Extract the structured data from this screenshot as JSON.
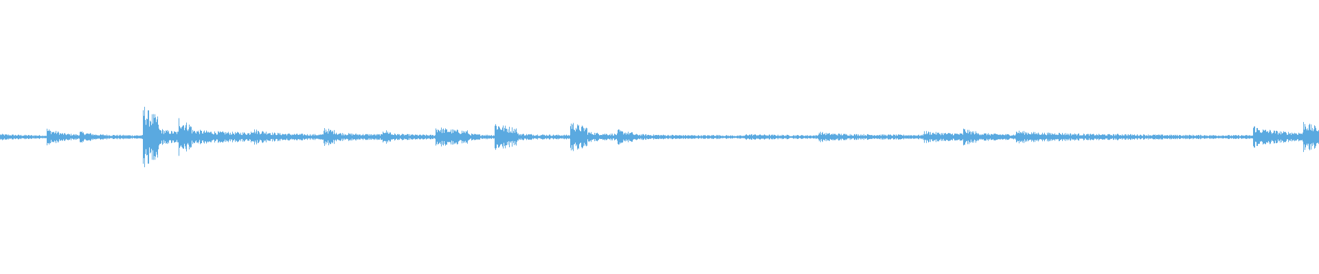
{
  "waveform": {
    "color": "#5aa9e0",
    "segments": [
      {
        "start": 0.0,
        "end": 0.035,
        "amp": 0.01
      },
      {
        "start": 0.035,
        "end": 0.045,
        "amp": 0.03
      },
      {
        "start": 0.045,
        "end": 0.06,
        "amp": 0.015
      },
      {
        "start": 0.06,
        "end": 0.07,
        "amp": 0.02
      },
      {
        "start": 0.07,
        "end": 0.108,
        "amp": 0.01
      },
      {
        "start": 0.108,
        "end": 0.12,
        "amp": 0.11
      },
      {
        "start": 0.12,
        "end": 0.135,
        "amp": 0.03
      },
      {
        "start": 0.135,
        "end": 0.145,
        "amp": 0.07
      },
      {
        "start": 0.145,
        "end": 0.19,
        "amp": 0.025
      },
      {
        "start": 0.19,
        "end": 0.205,
        "amp": 0.03
      },
      {
        "start": 0.205,
        "end": 0.245,
        "amp": 0.015
      },
      {
        "start": 0.245,
        "end": 0.255,
        "amp": 0.035
      },
      {
        "start": 0.255,
        "end": 0.29,
        "amp": 0.015
      },
      {
        "start": 0.29,
        "end": 0.296,
        "amp": 0.03
      },
      {
        "start": 0.296,
        "end": 0.33,
        "amp": 0.012
      },
      {
        "start": 0.33,
        "end": 0.355,
        "amp": 0.035
      },
      {
        "start": 0.355,
        "end": 0.375,
        "amp": 0.012
      },
      {
        "start": 0.375,
        "end": 0.392,
        "amp": 0.05
      },
      {
        "start": 0.392,
        "end": 0.432,
        "amp": 0.012
      },
      {
        "start": 0.432,
        "end": 0.445,
        "amp": 0.055
      },
      {
        "start": 0.445,
        "end": 0.468,
        "amp": 0.018
      },
      {
        "start": 0.468,
        "end": 0.48,
        "amp": 0.025
      },
      {
        "start": 0.48,
        "end": 0.54,
        "amp": 0.01
      },
      {
        "start": 0.54,
        "end": 0.565,
        "amp": 0.008
      },
      {
        "start": 0.565,
        "end": 0.62,
        "amp": 0.01
      },
      {
        "start": 0.62,
        "end": 0.63,
        "amp": 0.02
      },
      {
        "start": 0.63,
        "end": 0.7,
        "amp": 0.012
      },
      {
        "start": 0.7,
        "end": 0.73,
        "amp": 0.02
      },
      {
        "start": 0.73,
        "end": 0.74,
        "amp": 0.03
      },
      {
        "start": 0.74,
        "end": 0.77,
        "amp": 0.015
      },
      {
        "start": 0.77,
        "end": 0.8,
        "amp": 0.022
      },
      {
        "start": 0.8,
        "end": 0.845,
        "amp": 0.015
      },
      {
        "start": 0.845,
        "end": 0.95,
        "amp": 0.01
      },
      {
        "start": 0.95,
        "end": 0.96,
        "amp": 0.04
      },
      {
        "start": 0.96,
        "end": 0.988,
        "amp": 0.025
      },
      {
        "start": 0.988,
        "end": 1.0,
        "amp": 0.055
      }
    ]
  }
}
